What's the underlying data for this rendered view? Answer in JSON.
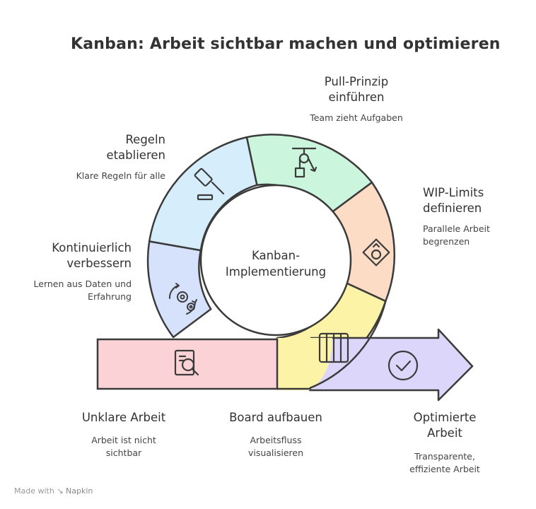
{
  "title": "Kanban: Arbeit sichtbar machen und optimieren",
  "center": {
    "line1": "Kanban-",
    "line2": "Implementierung"
  },
  "steps": {
    "regeln": {
      "h1": "Regeln",
      "h2": "etablieren",
      "s1": "Klare Regeln für alle"
    },
    "pull": {
      "h1": "Pull-Prinzip",
      "h2": "einführen",
      "s1": "Team zieht Aufgaben"
    },
    "wip": {
      "h1": "WIP-Limits",
      "h2": "definieren",
      "s1": "Parallele Arbeit",
      "s2": "begrenzen"
    },
    "kont": {
      "h1": "Kontinuierlich",
      "h2": "verbessern",
      "s1": "Lernen aus Daten und",
      "s2": "Erfahrung"
    },
    "unklar": {
      "h1": "Unklare Arbeit",
      "s1": "Arbeit ist nicht",
      "s2": "sichtbar"
    },
    "board": {
      "h1": "Board aufbauen",
      "s1": "Arbeitsfluss",
      "s2": "visualisieren"
    },
    "optim": {
      "h1": "Optimierte",
      "h2": "Arbeit",
      "s1": "Transparente,",
      "s2": "effiziente Arbeit"
    }
  },
  "colors": {
    "pink": "#fbd3d6",
    "yellow": "#fdf3a6",
    "purple": "#ddd6fb",
    "peach": "#fcdcc4",
    "mint": "#ccf5dd",
    "sky": "#d6eefc",
    "periwinkle": "#d6e1fb",
    "stroke": "#3b3b3b"
  },
  "footer": {
    "made_with": "Made with",
    "brand": "Napkin"
  }
}
